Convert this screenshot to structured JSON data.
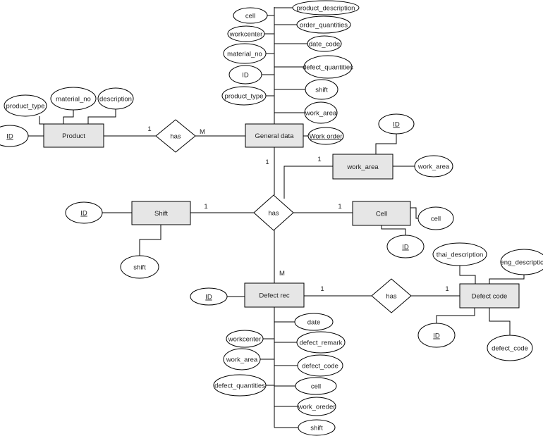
{
  "entities": {
    "product": "Product",
    "general_data": "General data",
    "work_area": "work_area",
    "shift": "Shift",
    "cell": "Cell",
    "defect_rec": "Defect rec",
    "defect_code": "Defect code"
  },
  "relationships": {
    "has_product": "has",
    "has_center": "has",
    "has_defect": "has"
  },
  "attributes": {
    "product": {
      "id": "ID",
      "product_type": "product_type",
      "material_no": "material_no",
      "description": "description"
    },
    "general_data": {
      "cell": "cell",
      "workcenter": "workcenter",
      "material_no": "material_no",
      "id": "ID",
      "product_type": "product_type",
      "product_description": "product_description",
      "order_quantities": "order_quantities",
      "date_code": "date_code",
      "defect_quantities": "defect_quantities",
      "shift": "shift",
      "work_area": "work_area",
      "work_order": "Work order"
    },
    "work_area": {
      "id": "ID",
      "work_area": "work_area"
    },
    "shift": {
      "id": "ID",
      "shift": "shift"
    },
    "cell": {
      "cell": "cell",
      "id": "ID"
    },
    "defect_rec": {
      "id": "ID",
      "date": "date",
      "defect_remark": "defect_remark",
      "defect_code": "defect_code",
      "cell": "cell",
      "work_oreder": "work_oreder",
      "shift": "shift",
      "workcenter": "workcenter",
      "work_area": "work_area",
      "defect_quantities": "defect_quantities"
    },
    "defect_code": {
      "thai_description": "thai_description",
      "eng_description": "eng_description",
      "id": "ID",
      "defect_code": "defect_code"
    }
  },
  "cardinalities": {
    "product_has": "1",
    "has_general": "M",
    "general_center": "1",
    "center_work_area": "1",
    "shift_center": "1",
    "center_cell": "1",
    "center_defect_rec": "M",
    "defect_rec_has": "1",
    "has_defect_code": "1"
  }
}
